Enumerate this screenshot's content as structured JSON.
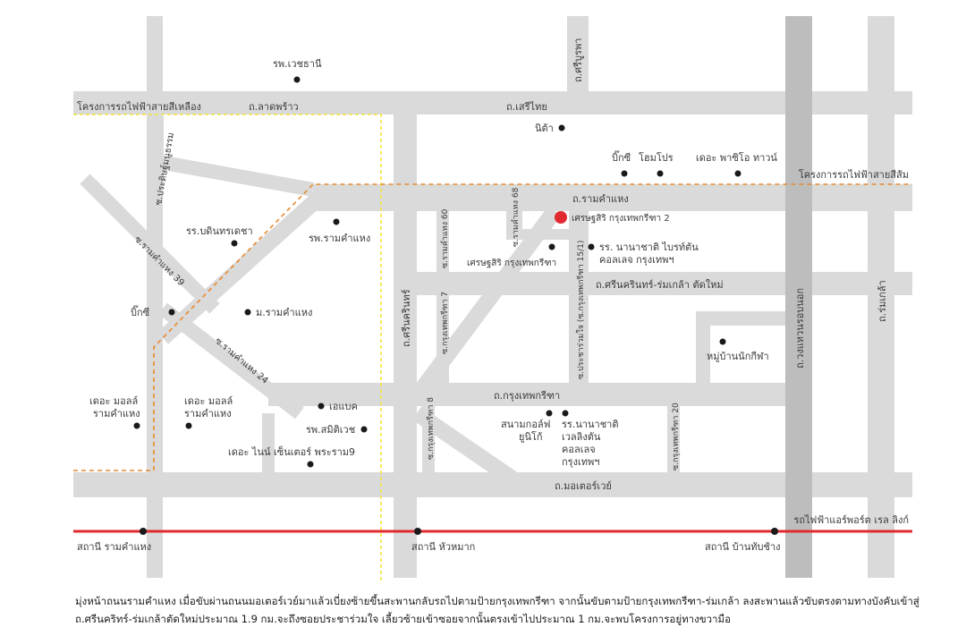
{
  "colors": {
    "road": "#dadada",
    "ring_road": "#bdbdbd",
    "airport_link": "#e02a2f",
    "orange_line": "#e88a2e",
    "yellow_line": "#f2e43a",
    "project_marker": "#e02a2f",
    "poi_marker": "#1a1a1a"
  },
  "map": {
    "rail": {
      "yellow": "โครงการรถไฟฟ้าสายสีเหลือง",
      "orange": "โครงการรถไฟฟ้าสายสีส้ม",
      "airport_link": "รถไฟฟ้าแอร์พอร์ต เรล ลิงก์"
    },
    "stations": {
      "ramkhamhaeng": "สถานี รามคำแหง",
      "hua_mak": "สถานี หัวหมาก",
      "ban_thap_chang": "สถานี บ้านทับช้าง"
    },
    "roads": {
      "lat_phrao": "ถ.ลาดพร้าว",
      "seri_thai": "ถ.เสรีไทย",
      "si_burapha": "ถ.ศรีบูรพา",
      "ramkhamhaeng": "ถ.รามคำแหง",
      "srinakarin": "ถ.ศรีนครินทร์",
      "srinakarin_romklao": "ถ.ศรีนครินทร์-ร่มเกล้า ตัดใหม่",
      "krungthep_kreetha": "ถ.กรุงเทพกรีฑา",
      "motorway": "ถ.มอเตอร์เวย์",
      "ring_road": "ถ.วงแหวนรอบนอก",
      "romklao": "ถ.ร่มเกล้า",
      "soi_pradit_manutham": "ซ.ประดิษฐ์มนูธรรม",
      "soi_ram_39": "ซ.รามคำแหง 39",
      "soi_ram_24": "ซ.รามคำแหง 24",
      "soi_ram_60": "ซ.รามคำแหง 60",
      "soi_ram_68": "ซ.รามคำแหง 68",
      "soi_kt_7": "ซ.กรุงเทพกรีฑา 7",
      "soi_kt_8": "ซ.กรุงเทพกรีฑา 8",
      "soi_kt_20": "ซ.กรุงเทพกรีฑา 20",
      "soi_prachara": "ซ.ประชาร่วมใจ (ซ.กรุงเทพกรีฑา 15/1)"
    },
    "pois": {
      "vejthani": "รพ.เวชธานี",
      "nitta": "นิต้า",
      "bigc_top": "บิ๊กซี",
      "homepro": "โฮมโปร",
      "paseo": "เดอะ พาซิโอ ทาวน์",
      "project": "เศรษฐสิริ กรุงเทพกรีฑา 2",
      "sethasiri_1": "เศรษฐสิริ กรุงเทพกรีฑา",
      "bright_1": "รร. นานาชาติ ไบรท์ตัน",
      "bright_2": "คอลเลจ กรุงเทพฯ",
      "bodindecha": "รร.บดินทรเดชา",
      "ram_hospital": "รพ.รามคำแหง",
      "bigc_left": "บิ๊กซี",
      "ram_university": "ม.รามคำแหง",
      "nakkeela": "หมู่บ้านนักกีฬา",
      "mall_1a": "เดอะ มอลล์",
      "mall_1b": "รามคำแหง",
      "mall_2a": "เดอะ มอลล์",
      "mall_2b": "รามคำแหง",
      "abac": "เอแบค",
      "samitivej": "รพ.สมิติเวช",
      "nine": "เดอะ ไนน์ เซ็นเตอร์ พระราม9",
      "golf_1": "สนามกอล์ฟ",
      "golf_2": "ยูนิโก้",
      "wellington_1": "รร.นานาชาติ",
      "wellington_2": "เวลลิงตัน",
      "wellington_3": "คอลเลจ",
      "wellington_4": "กรุงเทพฯ"
    }
  },
  "caption": {
    "line1": "มุ่งหน้าถนนรามคำแหง เมื่อขับผ่านถนนมอเตอร์เวย์มาแล้วเบี่ยงซ้ายขึ้นสะพานกลับรถไปตามป้ายกรุงเทพกรีฑา จากนั้นขับตามป้ายกรุงเทพกรีฑา-ร่มเกล้า ลงสะพานแล้วขับตรงตามทางบังคับเข้าสู่",
    "line2": "ถ.ศรีนคริทร์-ร่มเกล้าตัดใหม่ประมาณ 1.9 กม.จะถึงซอยประชาร่วมใจ เลี้ยวซ้ายเข้าซอยจากนั้นตรงเข้าไปประมาณ 1 กม.จะพบโครงการอยู่ทางขวามือ"
  }
}
